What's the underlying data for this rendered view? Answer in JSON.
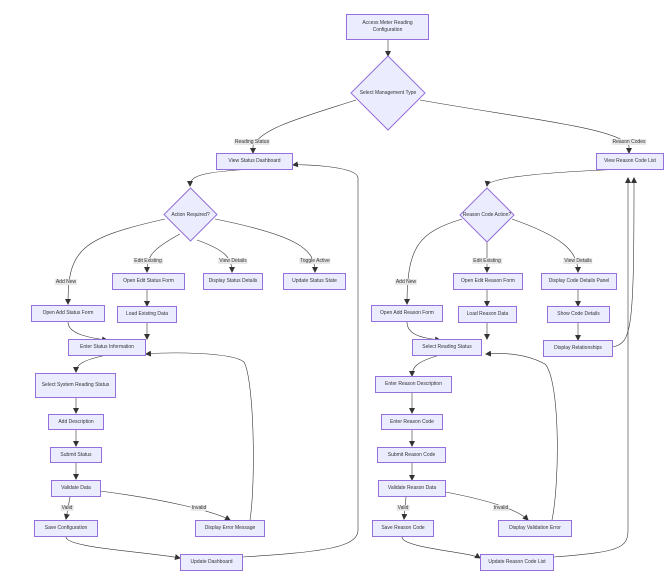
{
  "flowchart": {
    "start": "Access Meter Reading Configuration",
    "decision_type": "Select Management Type",
    "branch_status": "Reading Status",
    "branch_reason": "Reason Codes",
    "status": {
      "dashboard": "View Status Dashboard",
      "decision": "Action Required?",
      "labels": {
        "add": "Add New",
        "edit": "Edit Existing",
        "view": "View Details",
        "toggle": "Toggle Active",
        "valid": "Valid",
        "invalid": "Invalid"
      },
      "open_add": "Open Add Status Form",
      "open_edit": "Open Edit Status Form",
      "display_details": "Display Status Details",
      "update_state": "Update Status State",
      "load_data": "Load Existing Data",
      "enter_info": "Enter Status Information",
      "select_system": "Select System Reading Status",
      "add_description": "Add Description",
      "submit": "Submit Status",
      "validate": "Validate Data",
      "save": "Save Configuration",
      "error": "Display Error Message",
      "update_dashboard": "Update Dashboard"
    },
    "reason": {
      "list": "View Reason Code List",
      "decision": "Reason Code Action?",
      "labels": {
        "add": "Add New",
        "edit": "Edit Existing",
        "view": "View Details",
        "valid": "Valid",
        "invalid": "Invalid"
      },
      "open_add": "Open Add Reason Form",
      "open_edit": "Open Edit Reason Form",
      "details_panel": "Display Code Details Panel",
      "load_data": "Load Reason Data",
      "show_details": "Show Code Details",
      "relationships": "Display Relationships",
      "select_status": "Select Reading Status",
      "enter_description": "Enter Reason Description",
      "enter_code": "Enter Reason Code",
      "submit": "Submit Reason Code",
      "validate": "Validate Reason Data",
      "save": "Save Reason Code",
      "error": "Display Validation Error",
      "update_list": "Update Reason Code List"
    }
  }
}
